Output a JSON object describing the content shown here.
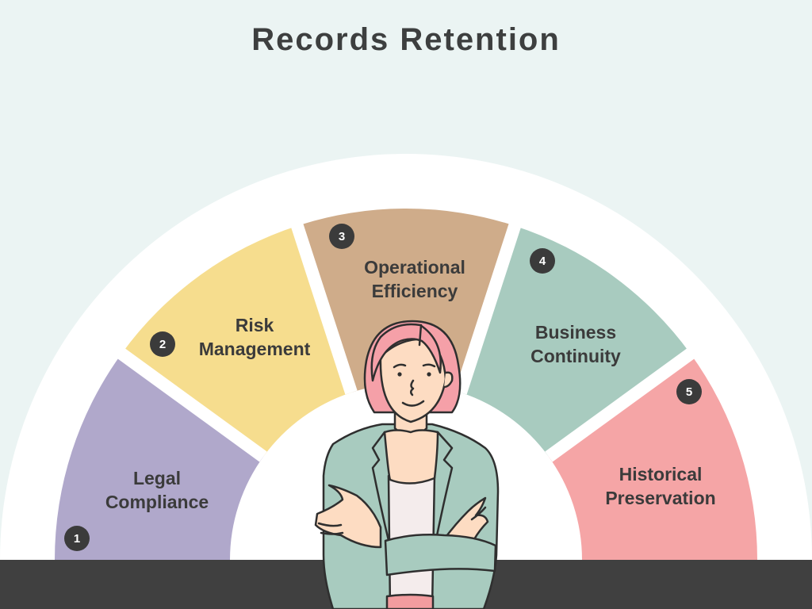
{
  "title": "Records Retention",
  "colors": {
    "background": "#ebf4f3",
    "arc_backdrop": "#ffffff",
    "bottom_band": "#404040",
    "badge": "#3b3b3b",
    "text": "#3b3b3b"
  },
  "segments": [
    {
      "number": "1",
      "label_line1": "Legal",
      "label_line2": "Compliance",
      "color": "#b0a8cb"
    },
    {
      "number": "2",
      "label_line1": "Risk",
      "label_line2": "Management",
      "color": "#f6dd8e"
    },
    {
      "number": "3",
      "label_line1": "Operational",
      "label_line2": "Efficiency",
      "color": "#cfac8a"
    },
    {
      "number": "4",
      "label_line1": "Business",
      "label_line2": "Continuity",
      "color": "#a8cbbf"
    },
    {
      "number": "5",
      "label_line1": "Historical",
      "label_line2": "Preservation",
      "color": "#f5a5a6"
    }
  ],
  "illustration": {
    "subject": "woman-with-crossed-arms",
    "hair_color": "#f5a0a8",
    "skin_color": "#fddcc2",
    "jacket_color": "#a8cbbf",
    "shirt_color": "#f4ecec",
    "pants_color": "#f29c9f"
  }
}
